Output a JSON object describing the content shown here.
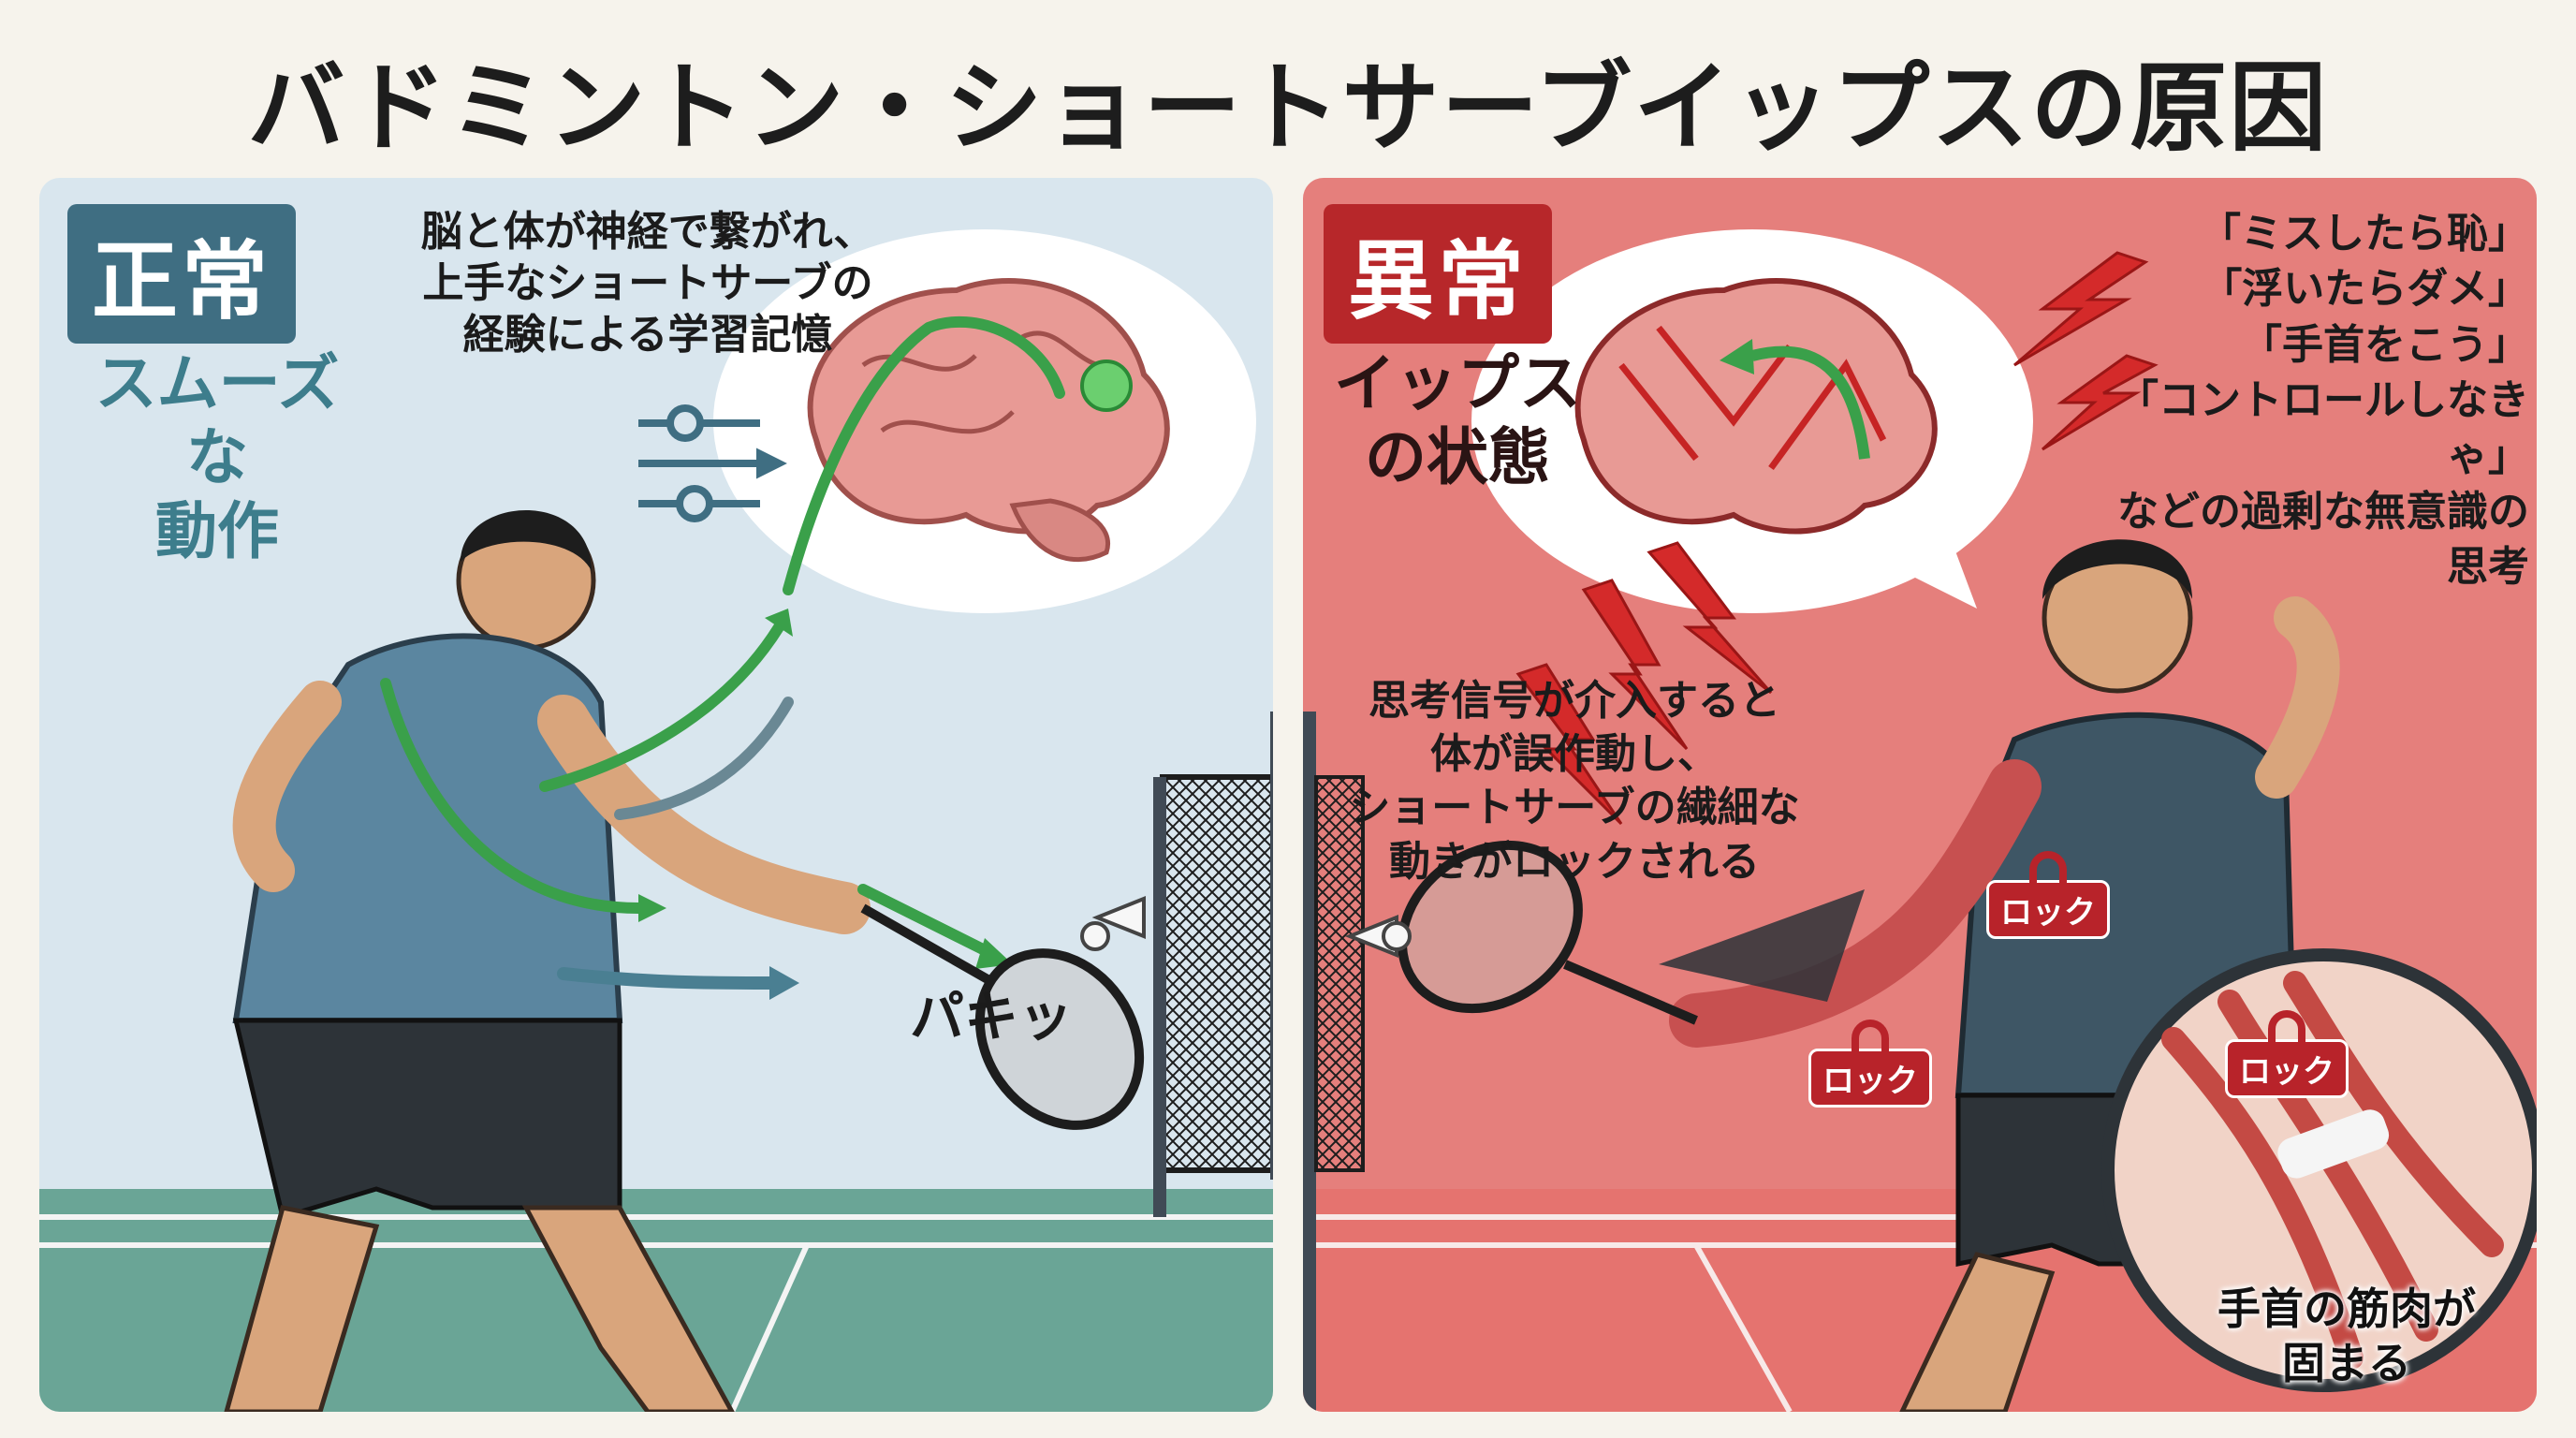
{
  "title": "バドミントン・ショートサーブイップスの原因",
  "normal": {
    "badge": "正常",
    "caption_line1": "スムーズな",
    "caption_line2": "動作",
    "brain_text_line1": "脳と体が神経で繋がれ、",
    "brain_text_line2": "上手なショートサーブの",
    "brain_text_line3": "経験による学習記憶",
    "sound_effect": "パキッ"
  },
  "abnormal": {
    "badge": "異常",
    "caption_line1": "イップス",
    "caption_line2": "の状態",
    "thought_1": "「ミスしたら恥」",
    "thought_2": "「浮いたらダメ」",
    "thought_3": "「手首をこう」",
    "thought_4": "「コントロールしなきゃ」",
    "thought_5": "などの過剰な無意識の思考",
    "signal_line1": "思考信号が介入すると",
    "signal_line2": "体が誤作動し、",
    "signal_line3": "ショートサーブの繊細な",
    "signal_line4": "動きがロックされる",
    "lock_label": "ロック",
    "wrist_line1": "手首の筋肉が",
    "wrist_line2": "固まる"
  },
  "colors": {
    "normal_panel": "#d9e6ee",
    "abnormal_panel": "#e57f7c",
    "normal_badge": "#3f6e82",
    "abnormal_badge": "#b7272a",
    "nerve_green": "#3aa04a",
    "alarm_red": "#d42a2a"
  },
  "icons": [
    "brain-icon",
    "slider-icon",
    "lightning-icon",
    "lock-icon",
    "shuttlecock-icon",
    "racket-icon",
    "net-icon"
  ]
}
